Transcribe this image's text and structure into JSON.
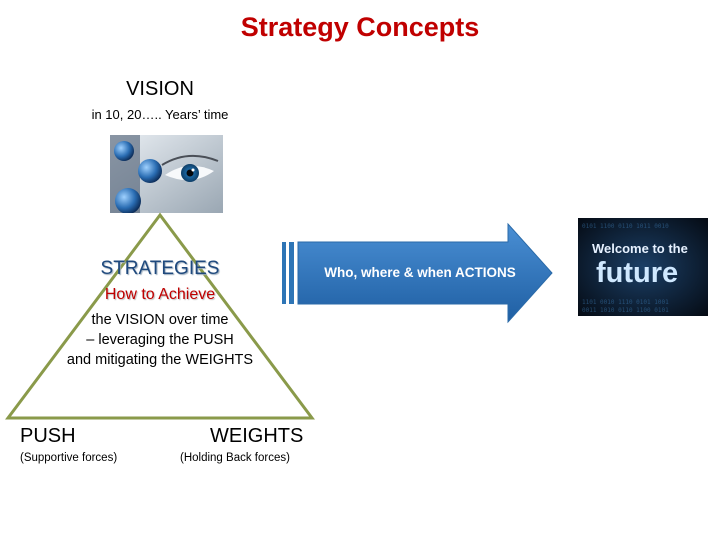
{
  "title": "Strategy Concepts",
  "vision": {
    "heading": "VISION",
    "subtitle": "in 10, 20….. Years’ time"
  },
  "strategies": {
    "heading": "STRATEGIES",
    "how": "How to Achieve",
    "lines": [
      "the VISION over time",
      "– leveraging the PUSH",
      "and mitigating the WEIGHTS"
    ]
  },
  "push": {
    "label": "PUSH",
    "sub": "(Supportive forces)"
  },
  "weights": {
    "label": "WEIGHTS",
    "sub": "(Holding Back forces)"
  },
  "arrow": {
    "label": "Who, where & when ACTIONS",
    "color": "#2e75b6"
  },
  "future_image": {
    "line1": "Welcome to the",
    "line2": "future"
  },
  "colors": {
    "title": "#c00000",
    "triangle": "#8a9a4a",
    "strategies": "#1f497d"
  }
}
